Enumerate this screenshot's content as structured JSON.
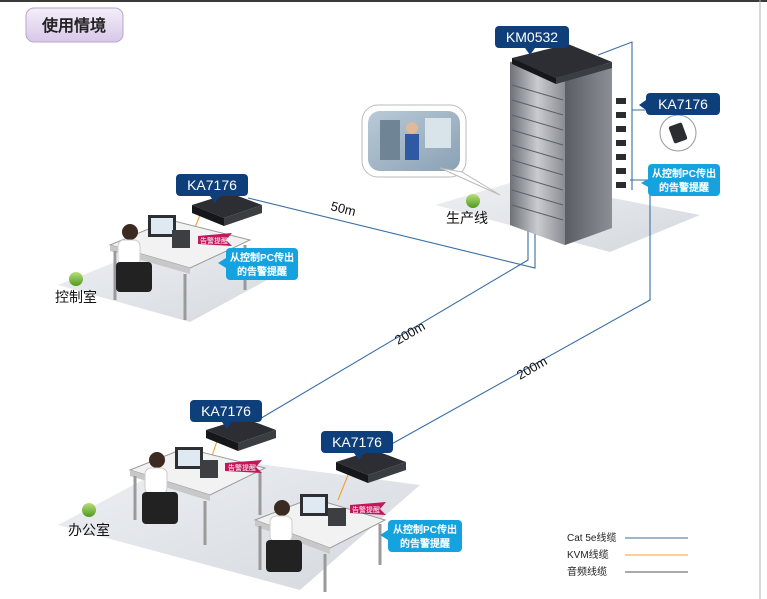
{
  "title": "使用情境",
  "devices": {
    "km": "KM0532",
    "ka_remote": "KA7176",
    "ka_control": "KA7176",
    "ka_office1": "KA7176",
    "ka_office2": "KA7176"
  },
  "locations": {
    "production": "生产线",
    "control_room": "控制室",
    "office": "办公室"
  },
  "distances": {
    "d50": "50m",
    "d200a": "200m",
    "d200b": "200m"
  },
  "callouts": {
    "pc_alarm_line1": "从控制PC传出",
    "pc_alarm_line2": "的告警提醒",
    "alarm_tag": "告警提醒"
  },
  "legend": [
    {
      "label": "Cat 5e线缆",
      "color": "#3a6ea5"
    },
    {
      "label": "KVM线缆",
      "color": "#f0a030"
    },
    {
      "label": "音频线缆",
      "color": "#555555"
    }
  ],
  "colors": {
    "accent": "#1e64a8",
    "callout": "#15a3e0",
    "badge": "#0f3f7a",
    "title_bg": "#e6dcf0",
    "alarm": "#c2185b"
  }
}
